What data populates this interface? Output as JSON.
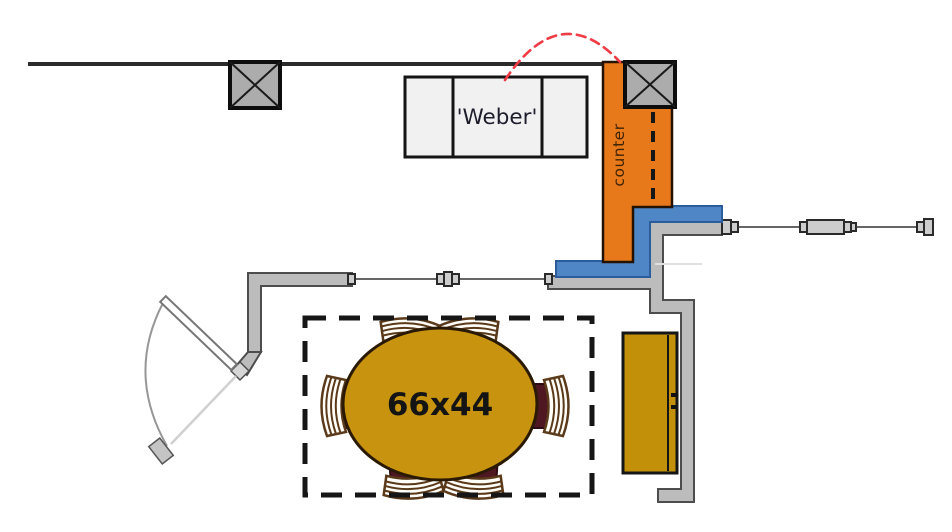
{
  "title": "Kitchen and dining floor plan sketch",
  "labels": {
    "grill": "'Weber'",
    "counter": "counter",
    "table_size": "66x44"
  },
  "colors": {
    "orange": "#E8791B",
    "blue": "#4E86C6",
    "blue_outline": "#2B5C9C",
    "wall_gray": "#BCBCBC",
    "wall_outline": "#4D4D4D",
    "post_gray": "#ACACAC",
    "weber_fill": "#F1F1F1",
    "table_gold": "#C8940F",
    "cabinet_gold": "#C3900A",
    "wood_outline": "#2A1A05",
    "seat_maroon": "#4F1722",
    "slat_brown": "#5A3A1A",
    "red_accent": "#EE3B45",
    "ink": "#161616"
  },
  "icons": {
    "column-post-icon": "square-with-x",
    "window-icon": "thin-line-with-mullion-blocks",
    "door-swing-icon": "quarter-circle-arc-with-leaf",
    "adjacency-link-icon": "red-dashed-arc"
  },
  "counts": {
    "posts": 2,
    "windows": 2,
    "chairs": 6
  }
}
